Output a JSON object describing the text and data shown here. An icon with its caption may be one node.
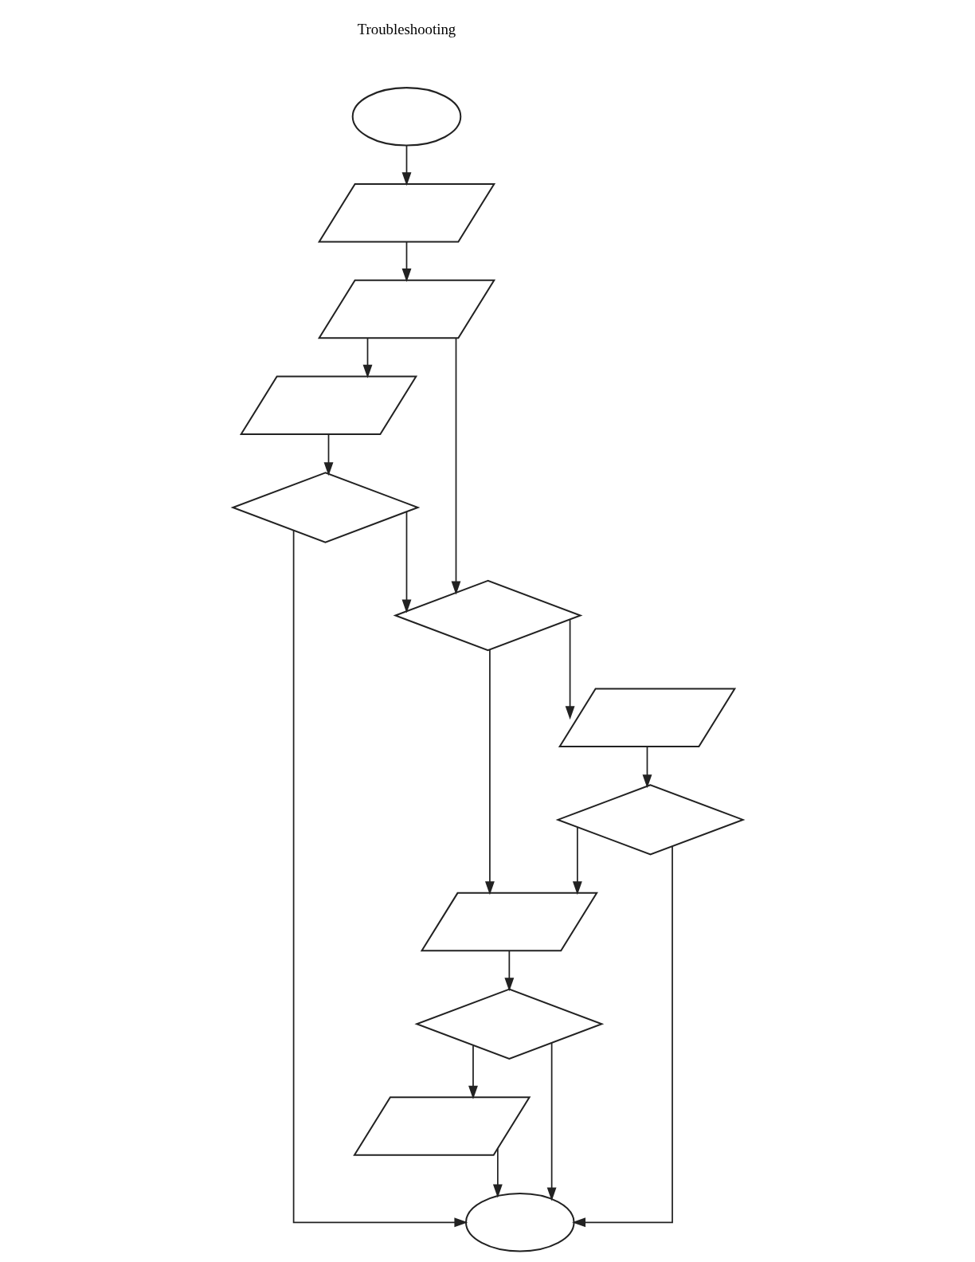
{
  "diagram": {
    "nodes": [
      {
        "text": [],
        "shape": "ellipse"
      },
      {
        "text": [],
        "shape": "parallelogram"
      },
      {
        "text": [],
        "shape": "parallelogram"
      },
      {
        "text": [],
        "shape": "parallelogram"
      },
      {
        "text": [],
        "shape": "diamond"
      },
      {
        "text": [],
        "shape": "diamond"
      },
      {
        "text": [],
        "shape": "parallelogram"
      },
      {
        "text": [],
        "shape": "diamond"
      },
      {
        "text": [],
        "shape": "parallelogram"
      },
      {
        "text": [],
        "shape": "diamond"
      },
      {
        "text": [],
        "shape": "parallelogram"
      },
      {
        "text": [],
        "shape": "ellipse"
      }
    ],
    "edges": [
      {
        "from": 0,
        "to": 1,
        "arrow": "to"
      },
      {
        "from": 1,
        "to": 2,
        "arrow": "to"
      },
      {
        "from": 2,
        "to": 3,
        "arrow": "to"
      },
      {
        "from": 2,
        "to": 4,
        "arrow": "to"
      },
      {
        "from": 3,
        "to": 5,
        "arrow": "to"
      },
      {
        "from": 5,
        "to": 4,
        "arrow": "to"
      },
      {
        "from": 4,
        "to": 6,
        "arrow": "to"
      },
      {
        "from": 4,
        "to": 8,
        "arrow": "to"
      },
      {
        "from": 6,
        "to": 7,
        "arrow": "to"
      },
      {
        "from": 7,
        "to": 8,
        "arrow": "to"
      },
      {
        "from": 8,
        "to": 9,
        "arrow": "to"
      },
      {
        "from": 9,
        "to": 10,
        "arrow": "to"
      },
      {
        "from": 7,
        "to": 11,
        "arrow": "to"
      },
      {
        "from": 9,
        "to": 11,
        "arrow": "to"
      },
      {
        "from": 10,
        "to": 11,
        "arrow": "to"
      },
      {
        "from": 5,
        "to": 11,
        "arrow": "to"
      }
    ],
    "labels": [
      "Troubleshooting"
    ]
  }
}
